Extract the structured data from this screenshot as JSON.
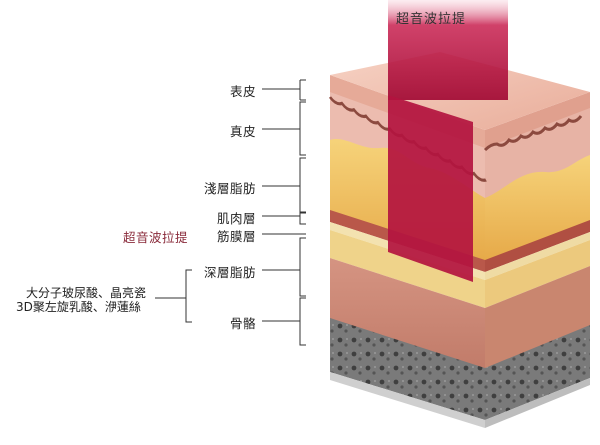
{
  "beam_label": "超音波拉提",
  "layers": {
    "epidermis": "表皮",
    "dermis": "真皮",
    "superficial_fat": "淺層脂肪",
    "muscle": "肌肉層",
    "fascia": "筋膜層",
    "deep_fat": "深層脂肪",
    "bone": "骨骼"
  },
  "side_labels": {
    "ultrasound_lift": "超音波拉提",
    "fillers_line1": "大分子玻尿酸、晶亮瓷",
    "fillers_line2": "3D聚左旋乳酸、洢蓮絲"
  },
  "colors": {
    "beam": "#b3143f",
    "accent_text": "#8a2b3b",
    "fat": "#efc25a",
    "skin": "#e8b3a3",
    "bone": "#6f6f6f"
  }
}
